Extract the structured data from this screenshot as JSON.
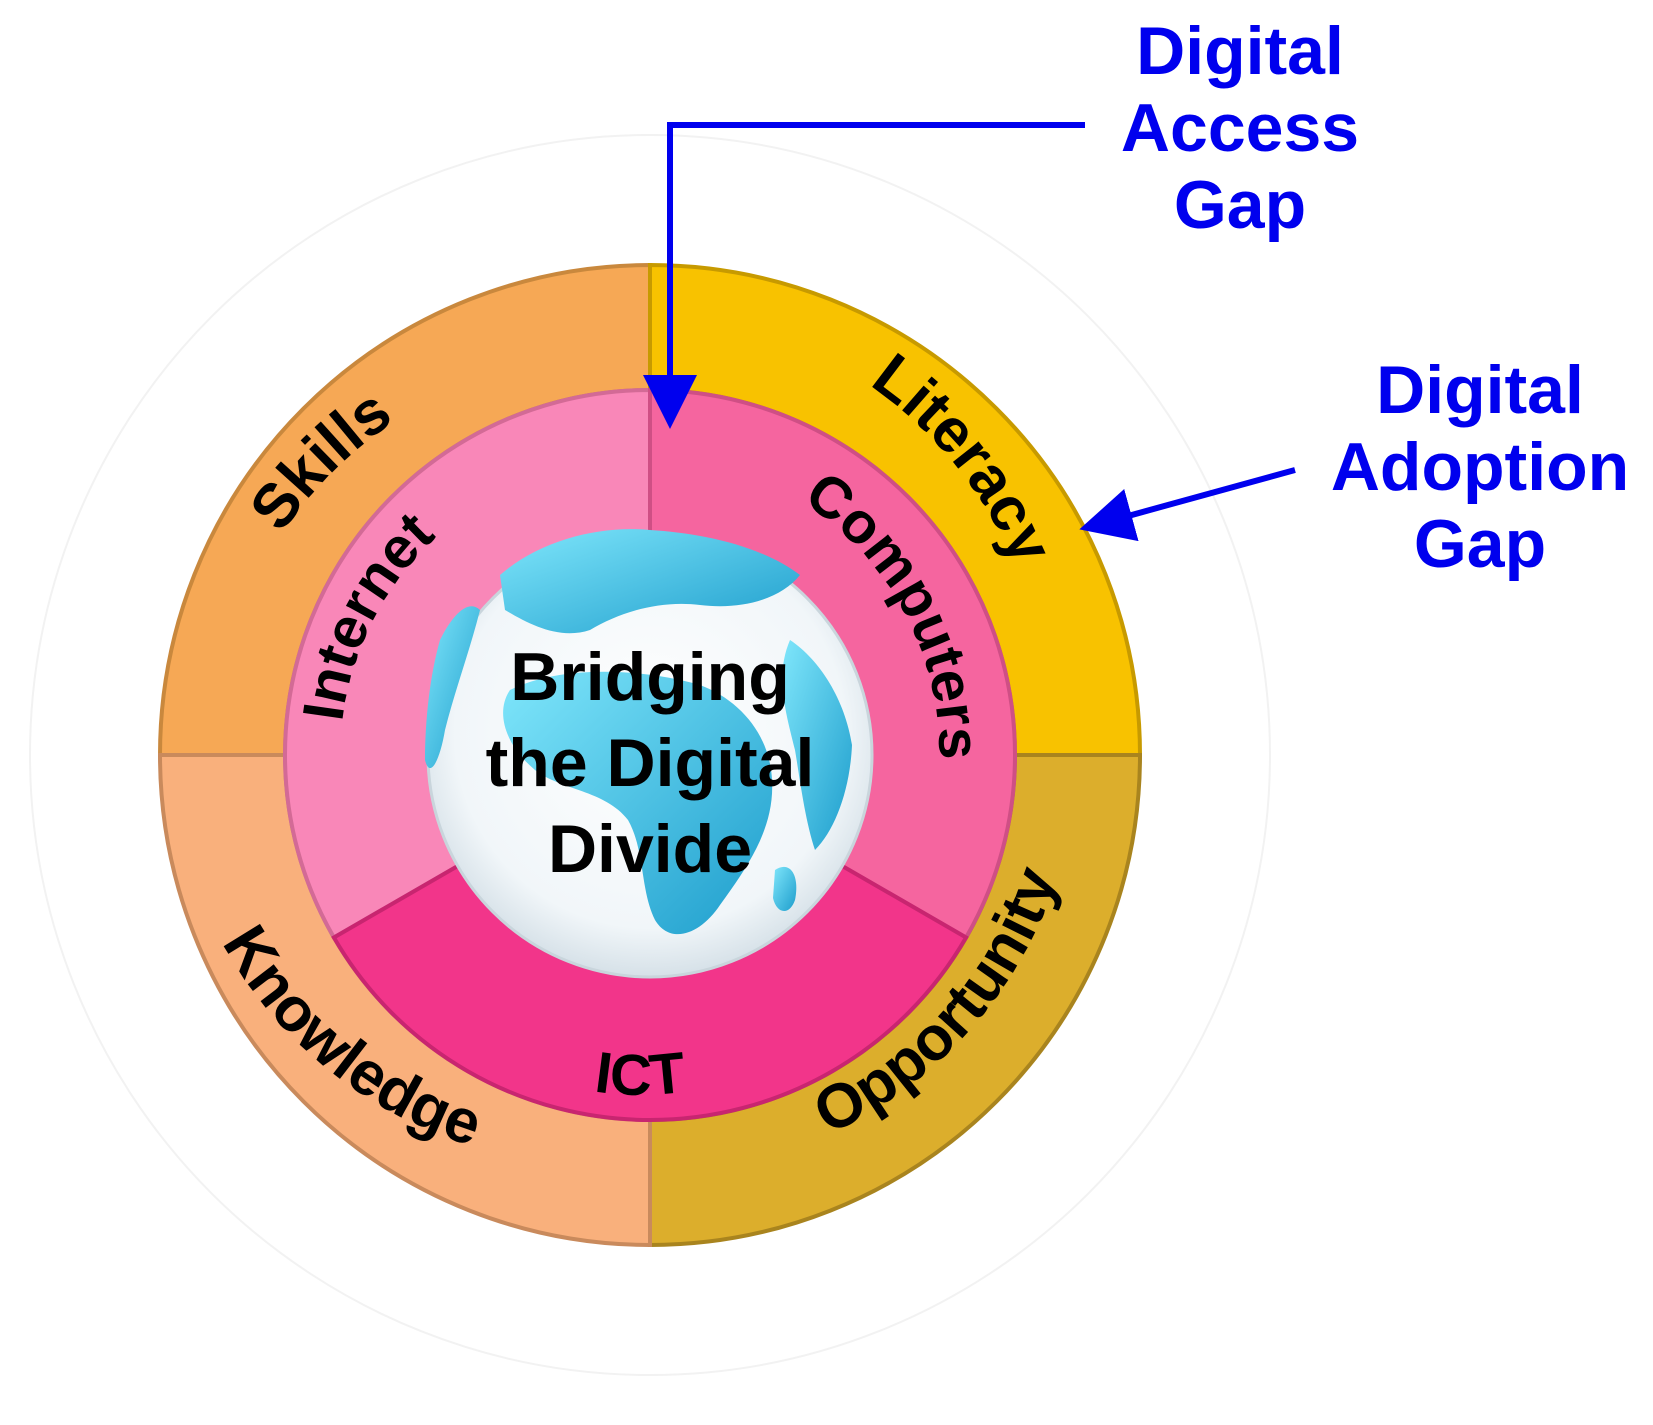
{
  "center": {
    "lines": [
      "Bridging",
      "the Digital",
      "Divide"
    ]
  },
  "outer_ring": {
    "segments": [
      {
        "label": "Skills",
        "color": "#f6a855"
      },
      {
        "label": "Literacy",
        "color": "#f8c200"
      },
      {
        "label": "Opportunity",
        "color": "#dcae2c"
      },
      {
        "label": "Knowledge",
        "color": "#f9b07c"
      }
    ]
  },
  "inner_ring": {
    "segments": [
      {
        "label": "Internet",
        "color": "#f987b8"
      },
      {
        "label": "Computers",
        "color": "#f5659f"
      },
      {
        "label": "ICT",
        "color": "#f2358a"
      }
    ]
  },
  "callouts": {
    "access_gap": {
      "lines": [
        "Digital",
        "Access",
        "Gap"
      ]
    },
    "adoption_gap": {
      "lines": [
        "Digital",
        "Adoption",
        "Gap"
      ]
    }
  },
  "colors": {
    "callout": "#0000ee",
    "globe_water": "#ffffff",
    "globe_land": "#39bde0"
  }
}
